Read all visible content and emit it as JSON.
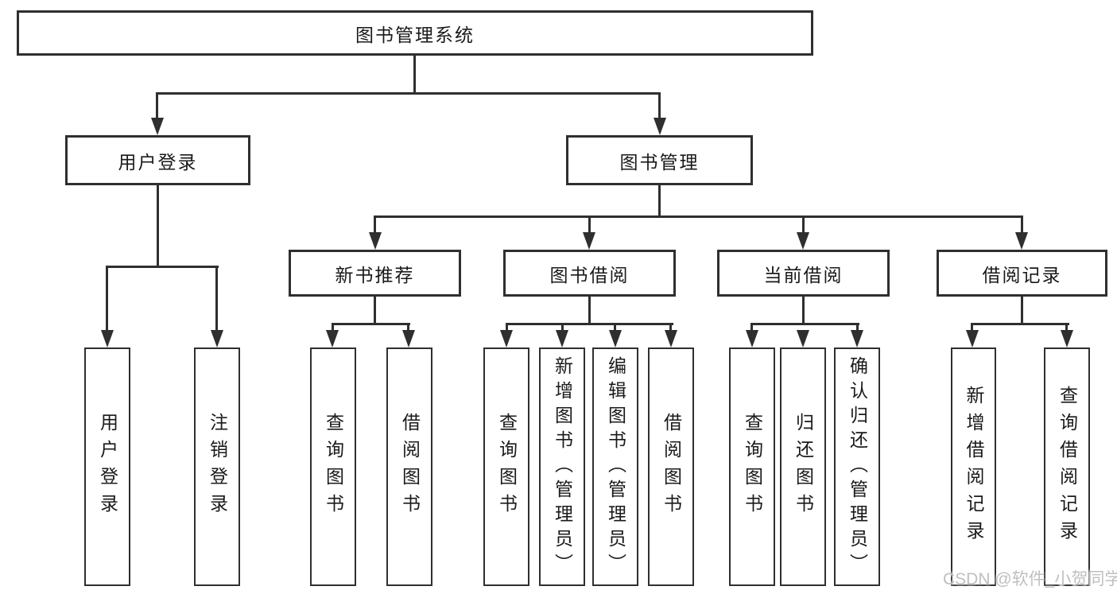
{
  "diagram": {
    "root": {
      "label": "图书管理系统"
    },
    "user_login": {
      "label": "用户登录",
      "children": [
        {
          "label": "用户登录"
        },
        {
          "label": "注销登录"
        }
      ]
    },
    "book_management": {
      "label": "图书管理",
      "sections": [
        {
          "label": "新书推荐",
          "children": [
            {
              "label": "查询图书"
            },
            {
              "label": "借阅图书"
            }
          ]
        },
        {
          "label": "图书借阅",
          "children": [
            {
              "label": "查询图书"
            },
            {
              "label": "新增图书（管理员）"
            },
            {
              "label": "编辑图书（管理员）"
            },
            {
              "label": "借阅图书"
            }
          ]
        },
        {
          "label": "当前借阅",
          "children": [
            {
              "label": "查询图书"
            },
            {
              "label": "归还图书"
            },
            {
              "label": "确认归还（管理员）"
            }
          ]
        },
        {
          "label": "借阅记录",
          "children": [
            {
              "label": "新增借阅记录"
            },
            {
              "label": "查询借阅记录"
            }
          ]
        }
      ]
    }
  },
  "watermark": {
    "text": "CSDN @软件_小贺同学"
  },
  "colors": {
    "line": "#2f2f2f",
    "box_border": "#2f2f2f",
    "text": "#1a1a1a",
    "background": "#ffffff",
    "watermark": "#bfbfbf"
  }
}
